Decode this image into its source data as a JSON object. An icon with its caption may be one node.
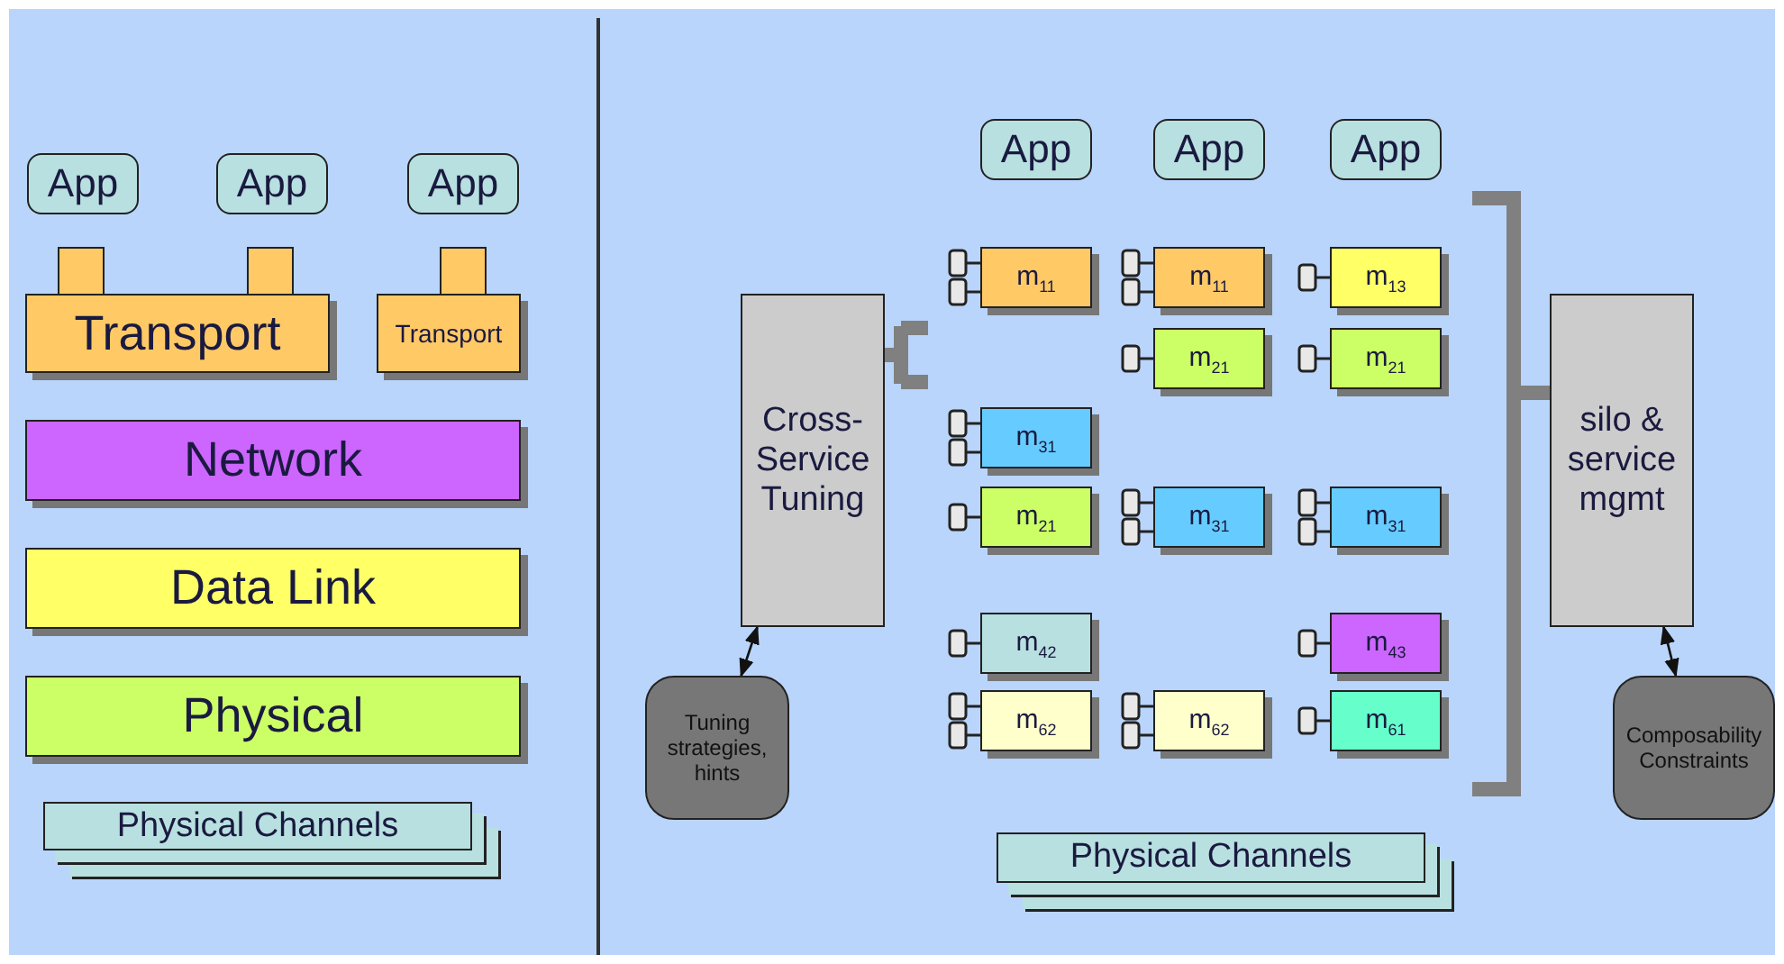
{
  "diagram": {
    "nodes": [
      {
        "text": [
          "App"
        ]
      },
      {
        "text": [
          "App"
        ]
      },
      {
        "text": [
          "App"
        ]
      },
      {
        "text": [
          "Transport"
        ]
      },
      {
        "text": [
          "Transport"
        ]
      },
      {
        "text": [
          "Network"
        ]
      },
      {
        "text": [
          "Data Link"
        ]
      },
      {
        "text": [
          "Physical"
        ]
      },
      {
        "text": [
          "Physical Channels"
        ]
      },
      {
        "text": [
          "App"
        ]
      },
      {
        "text": [
          "App"
        ]
      },
      {
        "text": [
          "App"
        ]
      },
      {
        "text": [
          "Cross-Service Tuning"
        ]
      },
      {
        "text": [
          "m$_{11}$"
        ]
      },
      {
        "text": [
          "m$_{11}$"
        ]
      },
      {
        "text": [
          "m$_{13}$"
        ]
      },
      {
        "text": [
          "m$_{21}$"
        ]
      },
      {
        "text": [
          "m$_{21}$"
        ]
      },
      {
        "text": [
          "m$_{31}$"
        ]
      },
      {
        "text": [
          "m$_{21}$"
        ]
      },
      {
        "text": [
          "m$_{31}$"
        ]
      },
      {
        "text": [
          "m$_{31}$"
        ]
      },
      {
        "text": [
          "m$_{42}$"
        ]
      },
      {
        "text": [
          "m$_{43}$"
        ]
      },
      {
        "text": [
          "m$_{62}$"
        ]
      },
      {
        "text": [
          "m$_{62}$"
        ]
      },
      {
        "text": [
          "m$_{61}$"
        ]
      },
      {
        "text": [
          "silo & service mgmt"
        ]
      },
      {
        "text": [
          "Tuning strategies, hints"
        ]
      },
      {
        "text": [
          "Composability Constraints"
        ]
      },
      {
        "text": [
          "Physical Channels"
        ]
      }
    ],
    "edges": [
      {
        "from": 12,
        "to": 28,
        "arrow": "both"
      },
      {
        "from": 27,
        "to": 29,
        "arrow": "both"
      }
    ]
  }
}
